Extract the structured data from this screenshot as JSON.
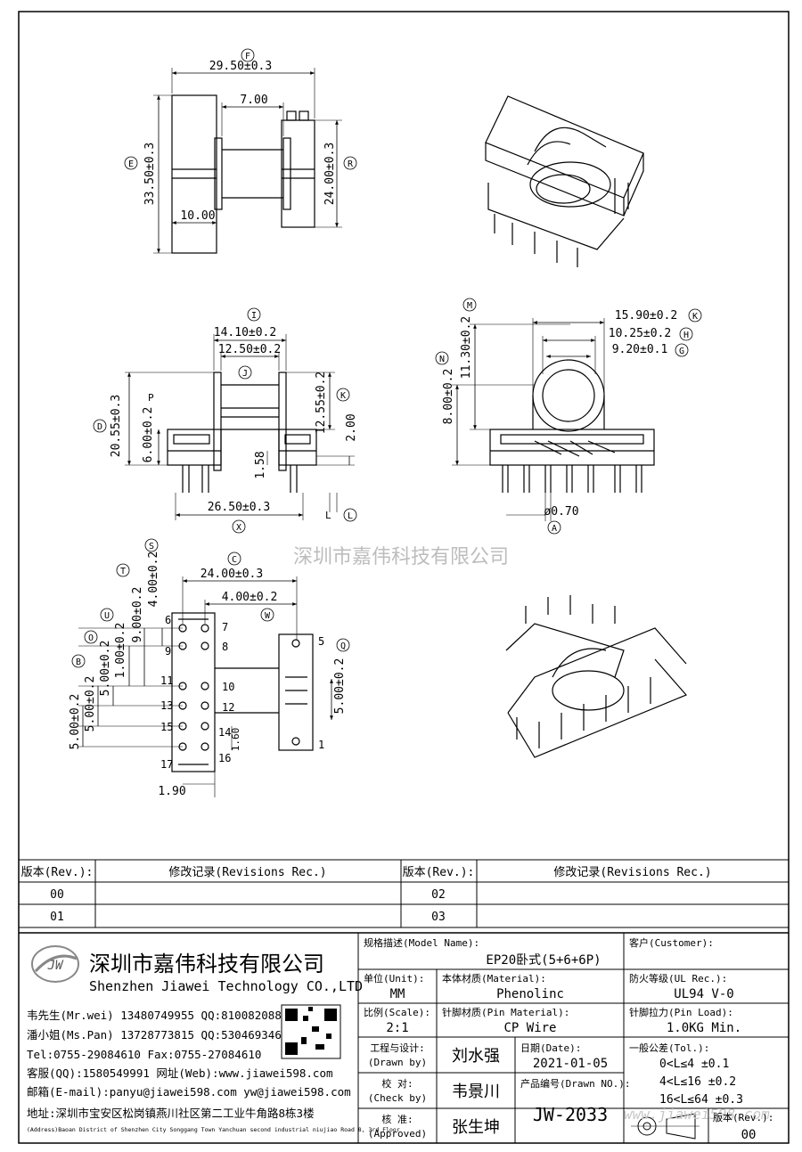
{
  "watermark": "深圳市嘉伟科技有限公司",
  "dims": {
    "F": "29.50±0.3",
    "E": "33.50±0.3",
    "R": "24.00±0.3",
    "d700": "7.00",
    "d1000": "10.00",
    "I": "14.10±0.2",
    "i2": "12.50±0.2",
    "K": "12.55±0.2",
    "D": "20.55±0.3",
    "P": "6.00±0.2",
    "d200": "2.00",
    "d158": "1.58",
    "X": "26.50±0.3",
    "M": "11.30±0.2",
    "N": "8.00±0.2",
    "K2": "15.90±0.2",
    "H": "10.25±0.2",
    "G": "9.20±0.1",
    "A": "ø0.70",
    "C": "24.00±0.3",
    "W": "4.00±0.2",
    "S": "4.00±0.2",
    "T": "9.00±0.2",
    "U": "1.00±0.2",
    "O": "5.00±0.2",
    "B1": "5.00±0.2",
    "B2": "5.00±0.2",
    "Q": "5.00±0.2",
    "d160": "1.60",
    "d190": "1.90"
  },
  "circle_letters": {
    "F": "F",
    "E": "E",
    "R": "R",
    "I": "I",
    "J": "J",
    "K": "K",
    "D": "D",
    "X": "X",
    "L": "L",
    "M": "M",
    "N": "N",
    "H": "H",
    "G": "G",
    "A": "A",
    "C": "C",
    "W": "W",
    "S": "S",
    "T": "T",
    "U": "U",
    "O": "O",
    "B": "B",
    "Q": "Q"
  },
  "labels": {
    "P": "P",
    "L": "L"
  },
  "pins": {
    "left": [
      "6",
      "7",
      "8",
      "9",
      "11",
      "10",
      "13",
      "12",
      "15",
      "14",
      "17",
      "16"
    ],
    "right": [
      "5",
      "1"
    ]
  },
  "revisions": {
    "header_rev": "版本(Rev.):",
    "header_rec": "修改记录(Revisions Rec.)",
    "rows": [
      {
        "rev": "00",
        "rec": ""
      },
      {
        "rev": "02",
        "rec": ""
      },
      {
        "rev": "01",
        "rec": ""
      },
      {
        "rev": "03",
        "rec": ""
      }
    ]
  },
  "company": {
    "logo": "JW",
    "name_cn": "深圳市嘉伟科技有限公司",
    "name_en": "Shenzhen Jiawei Technology CO.,LTD",
    "contacts": [
      "韦先生(Mr.wei) 13480749955 QQ:810082088",
      "潘小姐(Ms.Pan) 13728773815 QQ:530469346",
      "Tel:0755-29084610     Fax:0755-27084610",
      "客服(QQ):1580549991   网址(Web):www.jiawei598.com",
      "邮箱(E-mail):panyu@jiawei598.com  yw@jiawei598.com"
    ],
    "address_cn": "地址:深圳市宝安区松岗镇燕川社区第二工业牛角路8栋3楼",
    "address_en": "(Address)Baoan District of Shenzhen City Songgang Town Yanchuan  second industrial niujiao Road 8, 3rd Floor"
  },
  "title_block": {
    "model_label": "规格描述(Model Name):",
    "model": "EP20卧式(5+6+6P)",
    "customer_label": "客户(Customer):",
    "customer": "",
    "unit_label": "单位(Unit):",
    "unit": "MM",
    "material_label": "本体材质(Material):",
    "material": "Phenolinc",
    "ul_label": "防火等级(UL Rec.):",
    "ul": "UL94 V-0",
    "scale_label": "比例(Scale):",
    "scale": "2:1",
    "pin_material_label": "针脚材质(Pin Material):",
    "pin_material": "CP Wire",
    "pin_load_label": "针脚拉力(Pin Load):",
    "pin_load": "1.0KG Min.",
    "drawn_label_cn": "工程与设计:",
    "drawn_label_en": "(Drawn by)",
    "drawn": "刘水强",
    "date_label": "日期(Date):",
    "date": "2021-01-05",
    "check_label_cn": "校  对:",
    "check_label_en": "(Check by)",
    "check": "韦景川",
    "drawn_no_label": "产品编号(Drawn NO.):",
    "drawn_no": "JW-2033",
    "approved_label_cn": "核  准:",
    "approved_label_en": "(Approved)",
    "approved": "张生坤",
    "tol_label": "一般公差(Tol.):",
    "tol": [
      "0<L≤4    ±0.1",
      "4<L≤16   ±0.2",
      "16<L≤64  ±0.3"
    ],
    "rev_label": "版本(Rev.):",
    "rev": "00",
    "web_watermark": "www.jiawei598.com"
  }
}
